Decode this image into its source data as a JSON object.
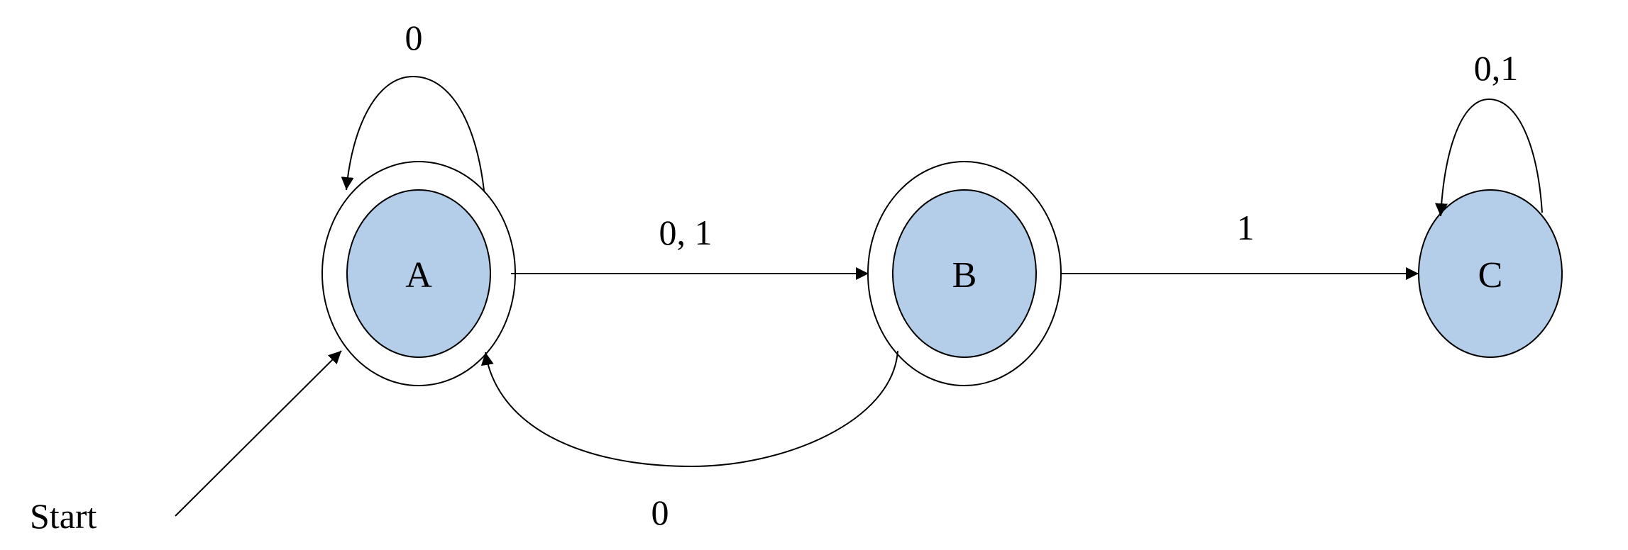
{
  "states": {
    "a": {
      "label": "A",
      "fill": "#b4cde9",
      "accepting": true
    },
    "b": {
      "label": "B",
      "fill": "#b4cde9",
      "accepting": true
    },
    "c": {
      "label": "C",
      "fill": "#b4cde9",
      "accepting": false
    }
  },
  "start_label": "Start",
  "transitions": {
    "a_self": "0",
    "a_to_b": "0, 1",
    "b_to_c": "1",
    "b_to_a": "0",
    "c_self": "0,1"
  }
}
